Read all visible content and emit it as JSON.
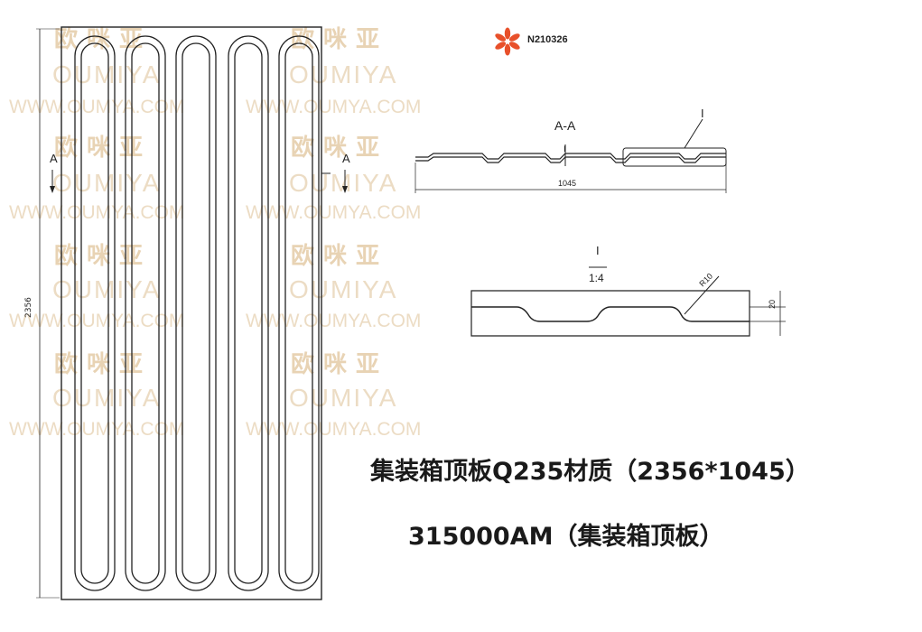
{
  "header": {
    "code": "N210326"
  },
  "captions": {
    "line1": "集装箱顶板Q235材质（2356*1045）",
    "line2": "315000AM（集装箱顶板）"
  },
  "watermark": {
    "cn": "欧咪亚",
    "en": "OUMIYA",
    "url": "WWW.OUMYA.COM"
  },
  "drawing": {
    "section_marker": "A",
    "section_title": "A-A",
    "detail_ref": "I",
    "detail_scale": "1:4",
    "width_dim": "1045",
    "length_dim": "2356",
    "radius_label": "R10",
    "thickness_dim": "20"
  },
  "colors": {
    "logo": "#e8502a",
    "watermark": "#e8d3b4",
    "line": "#222222"
  },
  "icons": {
    "logo": "asterisk-flower-icon"
  }
}
